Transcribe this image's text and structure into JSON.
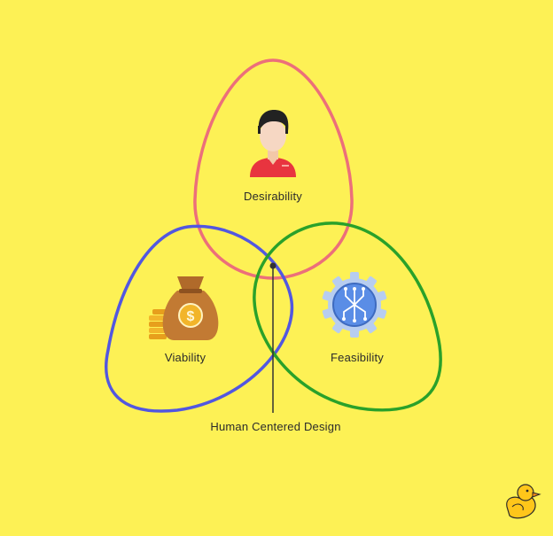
{
  "diagram": {
    "circles": [
      {
        "id": "desirability",
        "label": "Desirability",
        "color": "#ec6f7a",
        "icon": "person-icon"
      },
      {
        "id": "viability",
        "label": "Viability",
        "color": "#5257e0",
        "icon": "money-bag-icon"
      },
      {
        "id": "feasibility",
        "label": "Feasibility",
        "color": "#2aa12a",
        "icon": "gear-chip-icon"
      }
    ],
    "center_label": "Human Centered Design",
    "background_color": "#fdf155",
    "logo": "duck-logo"
  }
}
